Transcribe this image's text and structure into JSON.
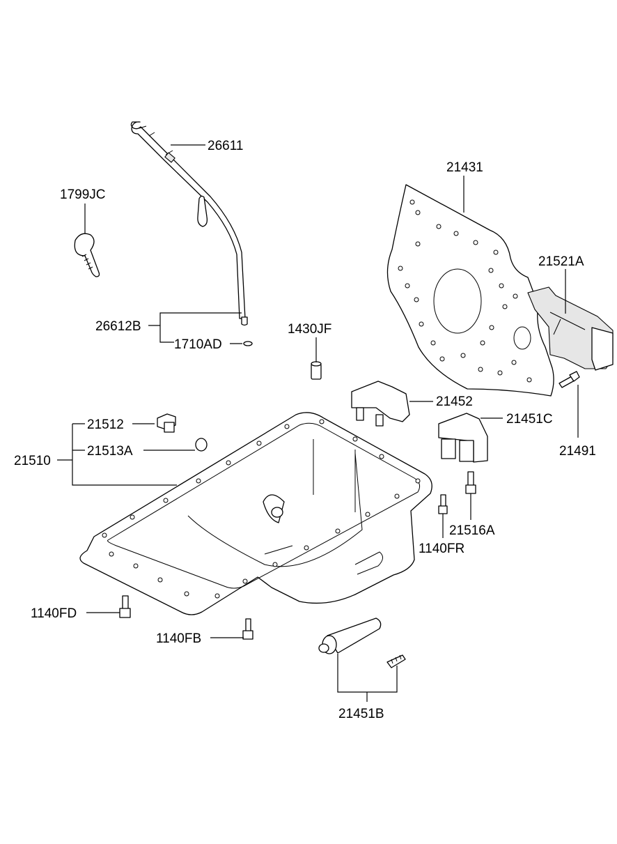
{
  "labels": {
    "p26611": "26611",
    "p1799JC": "1799JC",
    "p26612B": "26612B",
    "p1710AD": "1710AD",
    "p1430JF": "1430JF",
    "p21431": "21431",
    "p21521A": "21521A",
    "p21452": "21452",
    "p21451C": "21451C",
    "p21491": "21491",
    "p21512": "21512",
    "p21513A": "21513A",
    "p21510": "21510",
    "p21516A": "21516A",
    "p1140FR": "1140FR",
    "p1140FD": "1140FD",
    "p1140FB": "1140FB",
    "p21451B": "21451B"
  }
}
